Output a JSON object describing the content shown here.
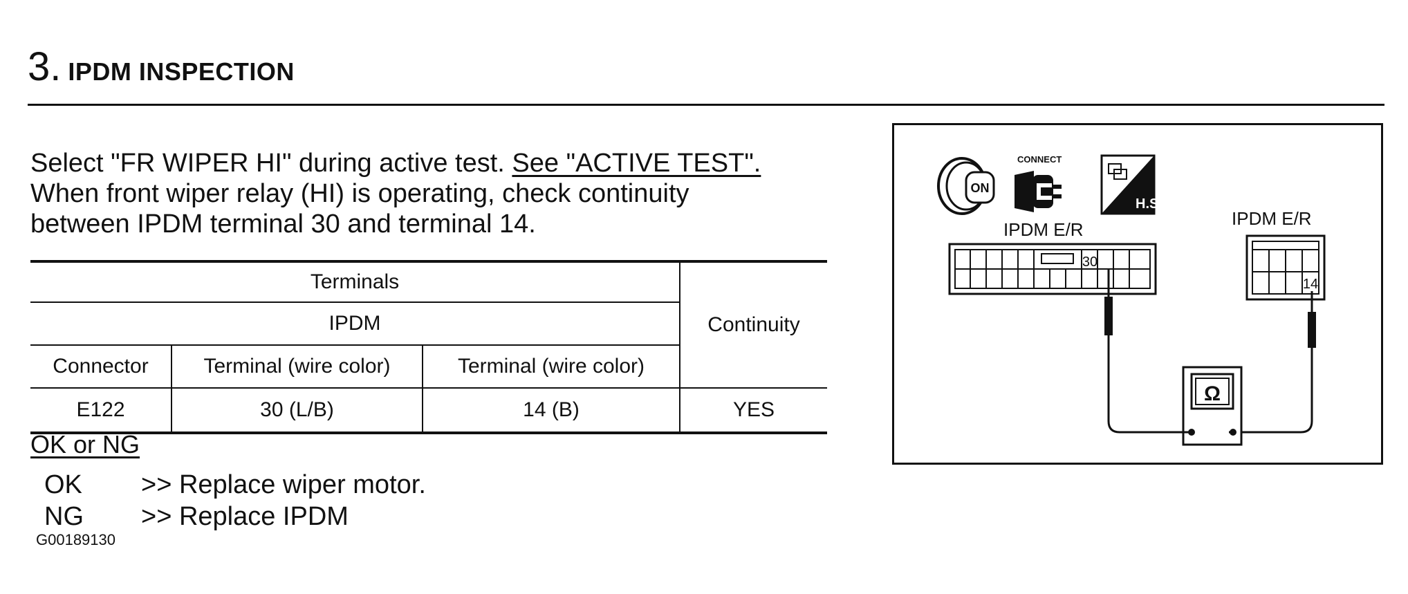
{
  "section": {
    "number": "3.",
    "title": "IPDM INSPECTION"
  },
  "intro": {
    "line1_text": "Select \"FR WIPER HI\" during active test.",
    "line1_link": "See \"ACTIVE TEST\".",
    "line2": "When front wiper relay (HI) is operating, check continuity",
    "line3": "between IPDM terminal 30 and terminal 14."
  },
  "table": {
    "header_terminals": "Terminals",
    "header_ipdm": "IPDM",
    "header_continuity": "Continuity",
    "col_connector": "Connector",
    "col_terminal_a": "Terminal (wire color)",
    "col_terminal_b": "Terminal (wire color)",
    "row": {
      "connector": "E122",
      "terminal_a": "30 (L/B)",
      "terminal_b": "14 (B)",
      "continuity": "YES"
    }
  },
  "result": {
    "title": "OK or NG",
    "ok_label": "OK",
    "ok_text": ">> Replace wiper motor.",
    "ng_label": "NG",
    "ng_text": ">> Replace IPDM"
  },
  "figure_code": "G00189130",
  "diagram": {
    "connect_label": "CONNECT",
    "ignition_label": "ON",
    "hs_label": "H.S.",
    "left_connector": "IPDM E/R",
    "right_connector": "IPDM E/R",
    "left_terminal": "30",
    "right_terminal": "14",
    "meter_symbol": "Ω"
  }
}
